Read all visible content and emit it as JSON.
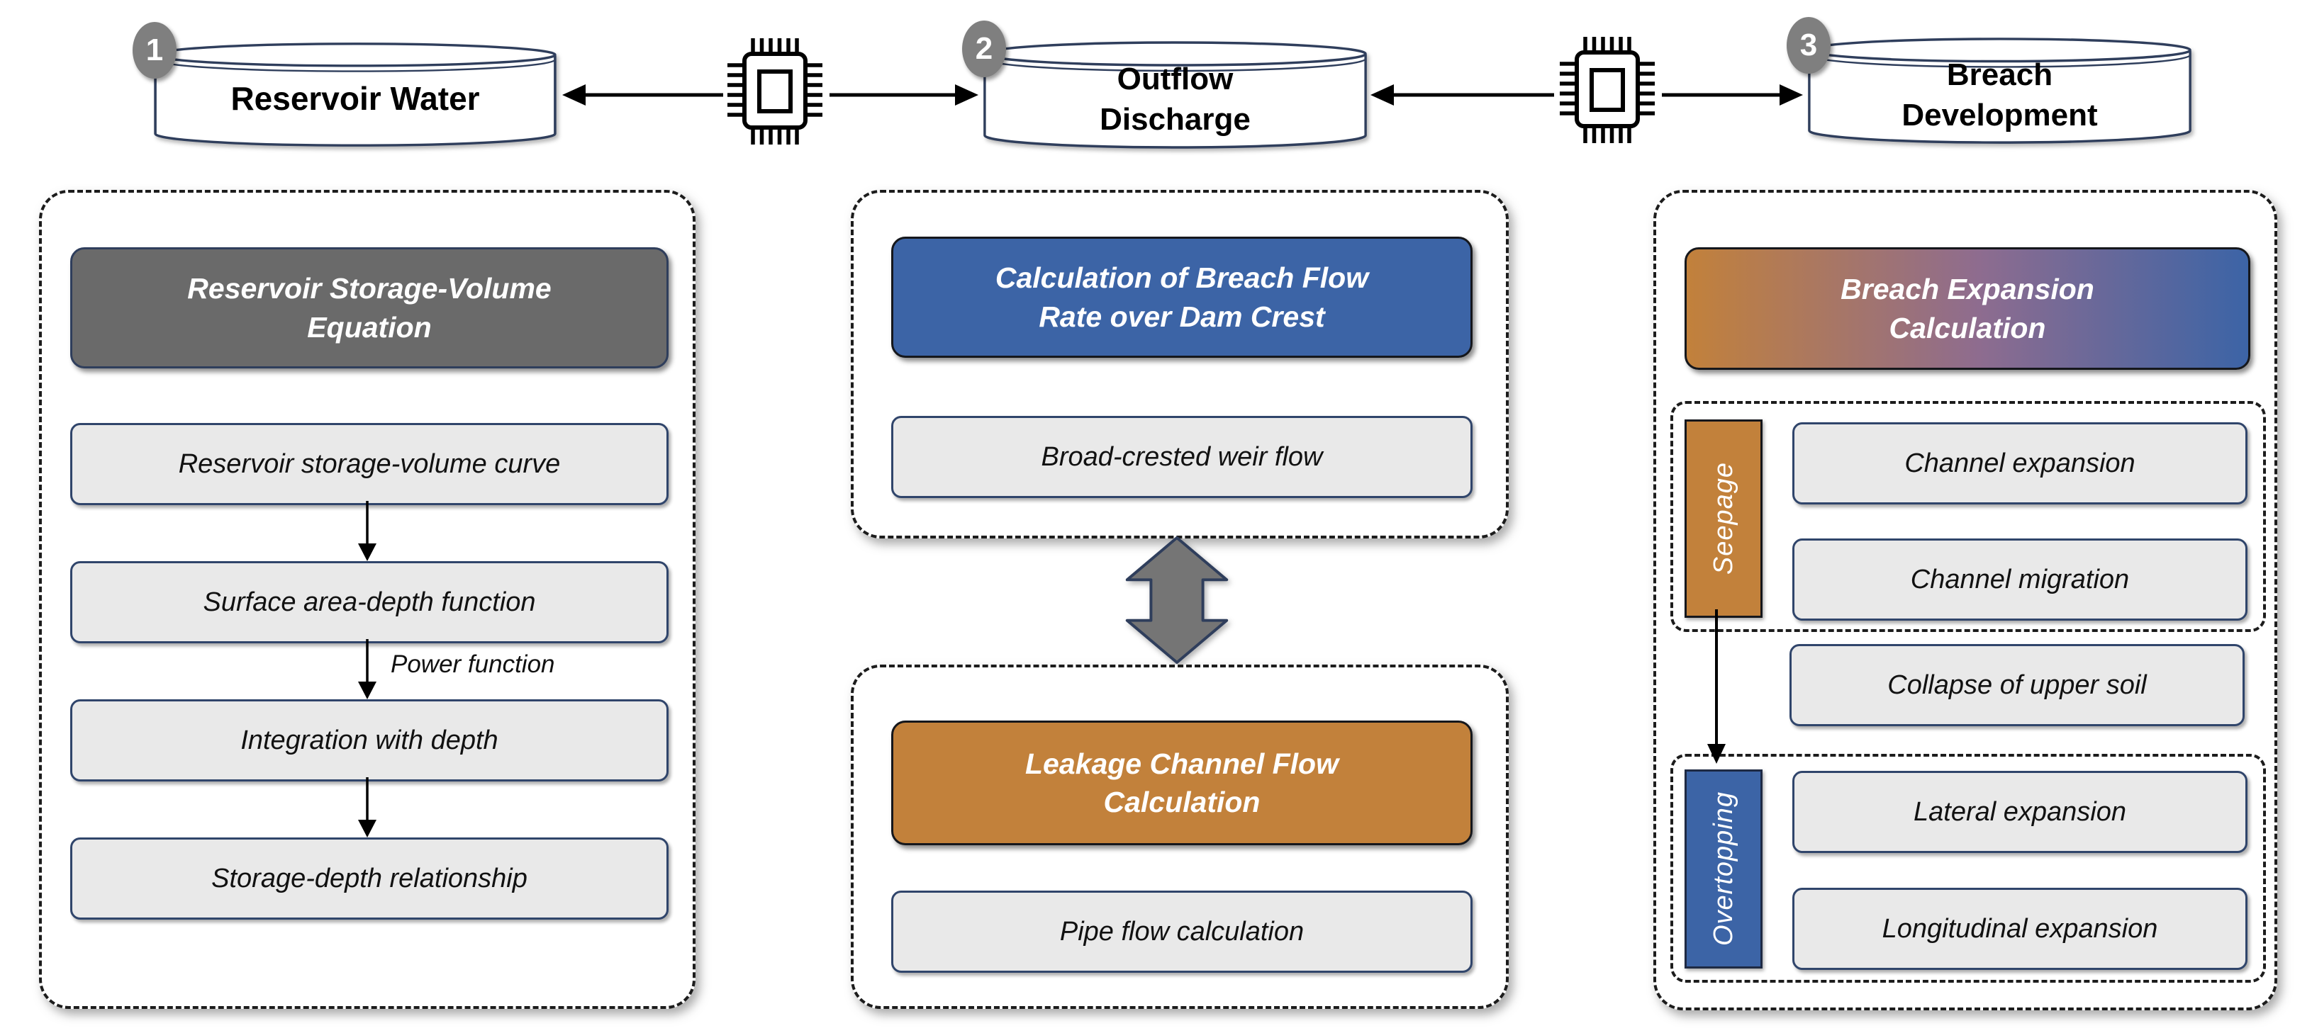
{
  "colors": {
    "navy_border": "#2F3E5C",
    "blue": "#3C64A6",
    "orange": "#C2813B",
    "gray_header": "#6A6A6A",
    "badge_gray": "#7F7F7F",
    "box_fill": "#E9E9E9",
    "box_border": "#30456B",
    "arrow_gray": "#757575",
    "gradient_mid": "#8E6C8F"
  },
  "stages": [
    {
      "badge": "1",
      "label": "Reservoir Water"
    },
    {
      "badge": "2",
      "label": "Outflow\nDischarge"
    },
    {
      "badge": "3",
      "label": "Breach\nDevelopment"
    }
  ],
  "icons": {
    "between_stages": "processor-chip-icon",
    "middle_connector": "bidirectional-arrow-icon"
  },
  "left_panel": {
    "header": "Reservoir Storage-Volume\nEquation",
    "steps": [
      "Reservoir storage-volume curve",
      "Surface area-depth function",
      "Integration with depth",
      "Storage-depth relationship"
    ],
    "arrow_label": "Power function"
  },
  "middle_top_panel": {
    "header": "Calculation of Breach Flow\nRate over Dam Crest",
    "item": "Broad-crested weir flow"
  },
  "middle_bottom_panel": {
    "header": "Leakage Channel Flow\nCalculation",
    "item": "Pipe flow calculation"
  },
  "right_panel": {
    "header": "Breach Expansion\nCalculation",
    "seepage_group": {
      "tab": "Seepage",
      "items": [
        "Channel expansion",
        "Channel migration"
      ]
    },
    "collapse_item": "Collapse of upper soil",
    "overtopping_group": {
      "tab": "Overtopping",
      "items": [
        "Lateral expansion",
        "Longitudinal expansion"
      ]
    }
  }
}
